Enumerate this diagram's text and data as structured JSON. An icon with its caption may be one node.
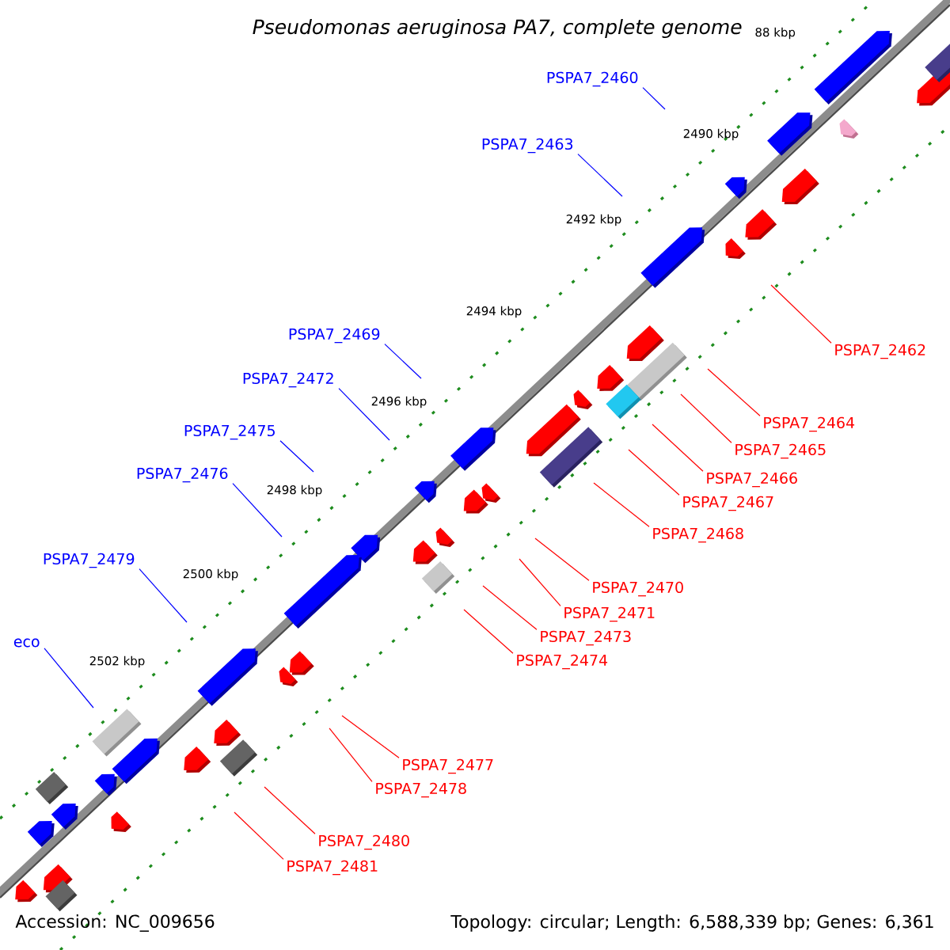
{
  "diagram": {
    "title": "Pseudomonas aeruginosa PA7, complete genome",
    "nodes": [
      {
        "text": [
          "PSPA7_2460"
        ]
      },
      {
        "text": [
          "PSPA7_2463"
        ]
      },
      {
        "text": [
          "PSPA7_2469"
        ]
      },
      {
        "text": [
          "PSPA7_2462"
        ]
      },
      {
        "text": [
          "PSPA7_2472"
        ]
      },
      {
        "text": [
          "PSPA7_2464"
        ]
      },
      {
        "text": [
          "PSPA7_2475"
        ]
      },
      {
        "text": [
          "PSPA7_2465"
        ]
      },
      {
        "text": [
          "PSPA7_2476"
        ]
      },
      {
        "text": [
          "PSPA7_2466"
        ]
      },
      {
        "text": [
          "PSPA7_2467"
        ]
      },
      {
        "text": [
          "PSPA7_2468"
        ]
      },
      {
        "text": [
          "PSPA7_2479"
        ]
      },
      {
        "text": [
          "PSPA7_2470"
        ]
      },
      {
        "text": [
          "PSPA7_2471"
        ]
      },
      {
        "text": [
          "PSPA7_2473"
        ]
      },
      {
        "text": [
          "eco"
        ]
      },
      {
        "text": [
          "PSPA7_2474"
        ]
      },
      {
        "text": [
          "PSPA7_2477"
        ]
      },
      {
        "text": [
          "PSPA7_2478"
        ]
      },
      {
        "text": [
          "PSPA7_2480"
        ]
      },
      {
        "text": [
          "PSPA7_2481"
        ]
      }
    ],
    "edges": [
      {
        "from": 0,
        "to": null,
        "arrow": "none",
        "color": "#0000ff"
      },
      {
        "from": 1,
        "to": null,
        "arrow": "none",
        "color": "#0000ff"
      },
      {
        "from": 2,
        "to": null,
        "arrow": "none",
        "color": "#0000ff"
      },
      {
        "from": 3,
        "to": null,
        "arrow": "none"
      },
      {
        "from": 4,
        "to": null,
        "arrow": "none",
        "color": "#0000ff"
      },
      {
        "from": 5,
        "to": null,
        "arrow": "none"
      },
      {
        "from": 6,
        "to": null,
        "arrow": "none",
        "color": "#0000ff"
      },
      {
        "from": 7,
        "to": null,
        "arrow": "none"
      },
      {
        "from": 8,
        "to": null,
        "arrow": "none",
        "color": "#0000ff"
      },
      {
        "from": 9,
        "to": null,
        "arrow": "none"
      },
      {
        "from": 10,
        "to": null,
        "arrow": "none"
      },
      {
        "from": 11,
        "to": null,
        "arrow": "none"
      },
      {
        "from": 12,
        "to": null,
        "arrow": "none",
        "color": "#0000ff"
      },
      {
        "from": 13,
        "to": null,
        "arrow": "none"
      },
      {
        "from": 14,
        "to": null,
        "arrow": "none"
      },
      {
        "from": 15,
        "to": null,
        "arrow": "none"
      },
      {
        "from": 16,
        "to": null,
        "arrow": "none",
        "color": "#0000ff"
      },
      {
        "from": 17,
        "to": null,
        "arrow": "none"
      },
      {
        "from": 18,
        "to": null,
        "arrow": "none"
      },
      {
        "from": 19,
        "to": null,
        "arrow": "none"
      },
      {
        "from": 20,
        "to": null,
        "arrow": "none"
      },
      {
        "from": 21,
        "to": null,
        "arrow": "none"
      }
    ],
    "labels": [
      "88 kbp",
      "2490 kbp",
      "2492 kbp",
      "2494 kbp",
      "2496 kbp",
      "2498 kbp",
      "2500 kbp",
      "2502 kbp",
      "Accession: NC_009656",
      "Topology: circular; Length: 6,588,339 bp; Genes: 6,361"
    ]
  }
}
